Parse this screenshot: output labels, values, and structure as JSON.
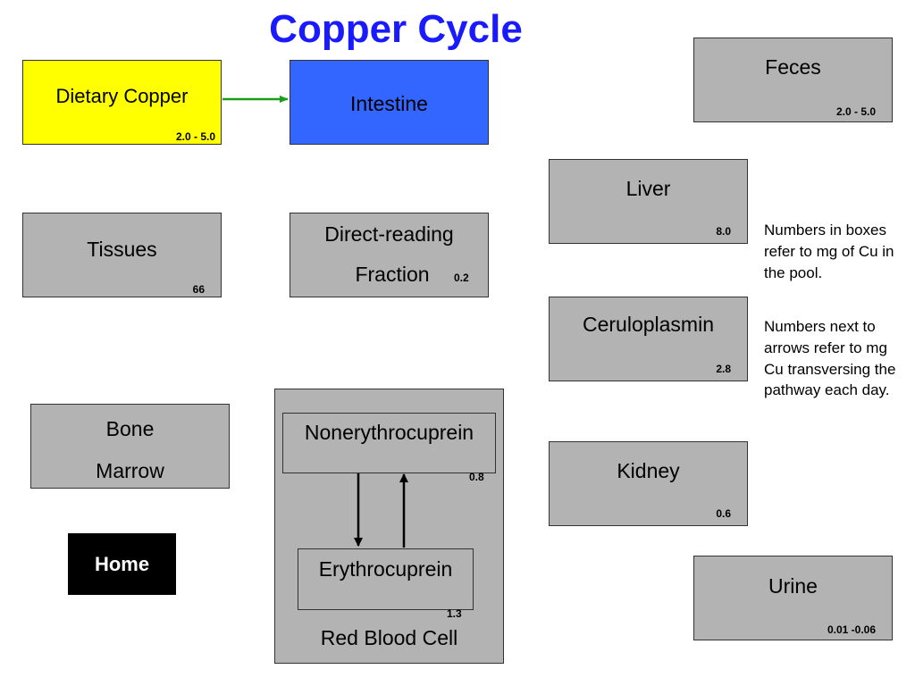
{
  "title": "Copper Cycle",
  "colors": {
    "title": "#1a1aff",
    "pool_box": "#b3b3b3",
    "dietary_box": "#ffff00",
    "intestine_box": "#3366ff",
    "arrow_intake": "#1a9e1a",
    "home_button": "#000000"
  },
  "pools": {
    "dietary_copper": {
      "label": "Dietary Copper",
      "value": "2.0 - 5.0"
    },
    "intestine": {
      "label": "Intestine"
    },
    "feces": {
      "label": "Feces",
      "value": "2.0 - 5.0"
    },
    "liver": {
      "label": "Liver",
      "value": "8.0"
    },
    "tissues": {
      "label": "Tissues",
      "value": "66"
    },
    "direct_reading": {
      "label_line1": "Direct-reading",
      "label_line2": "Fraction",
      "value": "0.2"
    },
    "ceruloplasmin": {
      "label": "Ceruloplasmin",
      "value": "2.8"
    },
    "bone_marrow": {
      "label_line1": "Bone",
      "label_line2": "Marrow"
    },
    "kidney": {
      "label": "Kidney",
      "value": "0.6"
    },
    "urine": {
      "label": "Urine",
      "value": "0.01 -0.06"
    },
    "red_blood_cell": {
      "label": "Red Blood Cell",
      "nonerythrocuprein": {
        "label": "Nonerythrocuprein",
        "value": "0.8"
      },
      "erythrocuprein": {
        "label": "Erythrocuprein",
        "value": "1.3"
      }
    }
  },
  "notes": {
    "pool_note": "Numbers in boxes refer to mg of Cu in the pool.",
    "arrow_note": "Numbers next to arrows refer to mg Cu transversing the pathway each day."
  },
  "home_button": {
    "label": "Home"
  }
}
